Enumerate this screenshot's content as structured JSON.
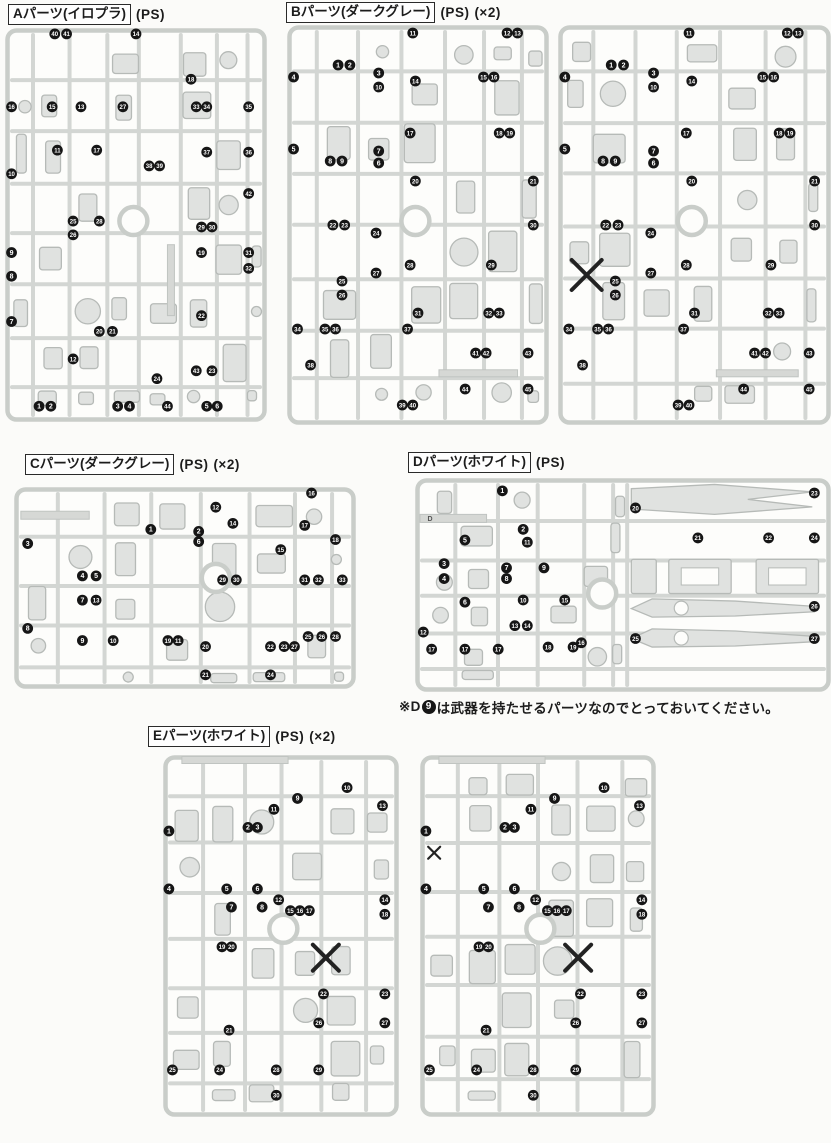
{
  "labels": {
    "A": {
      "box": "Aパーツ(イロプラ)",
      "material": "(PS)",
      "qty": ""
    },
    "B": {
      "box": "Bパーツ(ダークグレー)",
      "material": "(PS)",
      "qty": "(×2)"
    },
    "C": {
      "box": "Cパーツ(ダークグレー)",
      "material": "(PS)",
      "qty": "(×2)"
    },
    "D": {
      "box": "Dパーツ(ホワイト)",
      "material": "(PS)",
      "qty": ""
    },
    "E": {
      "box": "Eパーツ(ホワイト)",
      "material": "(PS)",
      "qty": "(×2)"
    }
  },
  "note": {
    "prefix": "※D",
    "badge": "9",
    "text": "は武器を持たせるパーツなのでとっておいてください。"
  },
  "colors": {
    "sprue": "#c9cdc9",
    "sprue_light": "#d3d6d3",
    "part_fill": "#e0e2e0",
    "part_stroke": "#b6bab7",
    "badge": "#161616",
    "mark": "#222222"
  },
  "runners": {
    "A": {
      "ring": [
        49,
        49
      ],
      "badges": [
        [
          40,
          19,
          1.5
        ],
        [
          41,
          23.5,
          1.5
        ],
        [
          14,
          50,
          1.5
        ],
        [
          18,
          71,
          13
        ],
        [
          16,
          2.5,
          20
        ],
        [
          15,
          18,
          20
        ],
        [
          13,
          29,
          20
        ],
        [
          27,
          45,
          20
        ],
        [
          33,
          73,
          20
        ],
        [
          34,
          77,
          20
        ],
        [
          35,
          93,
          20
        ],
        [
          11,
          20,
          31
        ],
        [
          17,
          35,
          31
        ],
        [
          36,
          93,
          31.5
        ],
        [
          37,
          77,
          31.5
        ],
        [
          10,
          2.5,
          37
        ],
        [
          38,
          55,
          35
        ],
        [
          39,
          59,
          35
        ],
        [
          42,
          93,
          42
        ],
        [
          25,
          26,
          49
        ],
        [
          26,
          26,
          52.5
        ],
        [
          28,
          36,
          49
        ],
        [
          29,
          75,
          50.5
        ],
        [
          30,
          79,
          50.5
        ],
        [
          9,
          2.5,
          57
        ],
        [
          19,
          75,
          57
        ],
        [
          31,
          93,
          57
        ],
        [
          32,
          93,
          61
        ],
        [
          8,
          2.5,
          63
        ],
        [
          7,
          2.5,
          74.5
        ],
        [
          20,
          36,
          77
        ],
        [
          21,
          41,
          77
        ],
        [
          22,
          75,
          73
        ],
        [
          12,
          26,
          84
        ],
        [
          23,
          79,
          87
        ],
        [
          43,
          73,
          87
        ],
        [
          24,
          58,
          89
        ],
        [
          1,
          13,
          96
        ],
        [
          2,
          17.5,
          96
        ],
        [
          3,
          43,
          96
        ],
        [
          4,
          47.5,
          96
        ],
        [
          5,
          77,
          96
        ],
        [
          6,
          81,
          96
        ],
        [
          44,
          62,
          96
        ]
      ],
      "copies": [
        {
          "x_marks": []
        }
      ]
    },
    "B": {
      "ring": [
        49,
        49
      ],
      "badges": [
        [
          11,
          48,
          2
        ],
        [
          12,
          84,
          2
        ],
        [
          13,
          88,
          2
        ],
        [
          1,
          19.5,
          10
        ],
        [
          2,
          24,
          10
        ],
        [
          4,
          2.5,
          13
        ],
        [
          3,
          35,
          12
        ],
        [
          10,
          35,
          15.5
        ],
        [
          14,
          49,
          14
        ],
        [
          15,
          75,
          13
        ],
        [
          16,
          79,
          13
        ],
        [
          5,
          2.5,
          31
        ],
        [
          7,
          35,
          31.5
        ],
        [
          17,
          47,
          27
        ],
        [
          18,
          81,
          27
        ],
        [
          19,
          85,
          27
        ],
        [
          8,
          16.5,
          34
        ],
        [
          9,
          21,
          34
        ],
        [
          6,
          35,
          34.5
        ],
        [
          20,
          49,
          39
        ],
        [
          21,
          94,
          39
        ],
        [
          22,
          17.5,
          50
        ],
        [
          23,
          22,
          50
        ],
        [
          24,
          34,
          52
        ],
        [
          30,
          94,
          50
        ],
        [
          25,
          21,
          64
        ],
        [
          26,
          21,
          67.5
        ],
        [
          27,
          34,
          62
        ],
        [
          28,
          47,
          60
        ],
        [
          29,
          78,
          60
        ],
        [
          31,
          50,
          72
        ],
        [
          32,
          77,
          72
        ],
        [
          33,
          81,
          72
        ],
        [
          34,
          4,
          76
        ],
        [
          35,
          14.5,
          76
        ],
        [
          36,
          18.5,
          76
        ],
        [
          37,
          46,
          76
        ],
        [
          38,
          9,
          85
        ],
        [
          41,
          72,
          82
        ],
        [
          42,
          76,
          82
        ],
        [
          43,
          92,
          82
        ],
        [
          39,
          44,
          95
        ],
        [
          40,
          48,
          95
        ],
        [
          44,
          68,
          91
        ],
        [
          45,
          92,
          91
        ]
      ],
      "copies": [
        {
          "x_marks": []
        },
        {
          "x_marks": [
            [
              10.5,
              62.5,
              30
            ]
          ]
        }
      ]
    },
    "C": {
      "ring": [
        59,
        45
      ],
      "badges": [
        [
          16,
          87,
          3
        ],
        [
          12,
          59,
          10
        ],
        [
          14,
          64,
          18
        ],
        [
          17,
          85,
          19
        ],
        [
          1,
          40,
          21
        ],
        [
          2,
          54,
          22
        ],
        [
          18,
          94,
          26
        ],
        [
          3,
          4,
          28
        ],
        [
          6,
          54,
          27
        ],
        [
          15,
          78,
          31
        ],
        [
          4,
          20,
          44
        ],
        [
          5,
          24,
          44
        ],
        [
          29,
          61,
          46
        ],
        [
          30,
          65,
          46
        ],
        [
          31,
          85,
          46
        ],
        [
          32,
          89,
          46
        ],
        [
          33,
          96,
          46
        ],
        [
          7,
          20,
          56
        ],
        [
          13,
          24,
          56
        ],
        [
          8,
          4,
          70
        ],
        [
          25,
          86,
          74
        ],
        [
          26,
          90,
          74
        ],
        [
          28,
          94,
          74
        ],
        [
          9,
          20,
          76
        ],
        [
          10,
          29,
          76
        ],
        [
          19,
          45,
          76
        ],
        [
          11,
          48,
          76
        ],
        [
          20,
          56,
          79
        ],
        [
          22,
          75,
          79
        ],
        [
          23,
          79,
          79
        ],
        [
          27,
          82,
          79
        ],
        [
          21,
          56,
          93
        ],
        [
          24,
          75,
          93
        ]
      ],
      "copies": [
        {
          "x_marks": []
        }
      ]
    },
    "D": {
      "plate": "D",
      "ring": [
        45,
        54
      ],
      "badges": [
        [
          1,
          21,
          6
        ],
        [
          23,
          96,
          7
        ],
        [
          20,
          53,
          14
        ],
        [
          2,
          26,
          24
        ],
        [
          21,
          68,
          28
        ],
        [
          22,
          85,
          28
        ],
        [
          24,
          96,
          28
        ],
        [
          5,
          12,
          29
        ],
        [
          11,
          27,
          30
        ],
        [
          3,
          7,
          40
        ],
        [
          7,
          22,
          42
        ],
        [
          9,
          31,
          42
        ],
        [
          4,
          7,
          47
        ],
        [
          8,
          22,
          47
        ],
        [
          6,
          12,
          58
        ],
        [
          10,
          26,
          57
        ],
        [
          15,
          36,
          57
        ],
        [
          26,
          96,
          60
        ],
        [
          13,
          24,
          69
        ],
        [
          14,
          27,
          69
        ],
        [
          12,
          2,
          72
        ],
        [
          25,
          53,
          75
        ],
        [
          27,
          96,
          75
        ],
        [
          17,
          4,
          80
        ],
        [
          17,
          12,
          80
        ],
        [
          17,
          20,
          80
        ],
        [
          18,
          32,
          79
        ],
        [
          19,
          38,
          79
        ],
        [
          16,
          40,
          77
        ]
      ],
      "copies": [
        {
          "x_marks": []
        }
      ]
    },
    "E": {
      "ring": [
        51,
        48
      ],
      "badges": [
        [
          9,
          57,
          12
        ],
        [
          10,
          78,
          9
        ],
        [
          11,
          47,
          15
        ],
        [
          13,
          93,
          14
        ],
        [
          1,
          2.5,
          21
        ],
        [
          2,
          36,
          20
        ],
        [
          3,
          40,
          20
        ],
        [
          4,
          2.5,
          37
        ],
        [
          5,
          27,
          37
        ],
        [
          6,
          40,
          37
        ],
        [
          12,
          49,
          40
        ],
        [
          14,
          94,
          40
        ],
        [
          7,
          29,
          42
        ],
        [
          8,
          42,
          42
        ],
        [
          15,
          54,
          43
        ],
        [
          16,
          58,
          43
        ],
        [
          17,
          62,
          43
        ],
        [
          18,
          94,
          44
        ],
        [
          19,
          25,
          53
        ],
        [
          20,
          29,
          53
        ],
        [
          22,
          68,
          66
        ],
        [
          23,
          94,
          66
        ],
        [
          21,
          28,
          76
        ],
        [
          26,
          66,
          74
        ],
        [
          27,
          94,
          74
        ],
        [
          25,
          4,
          87
        ],
        [
          24,
          24,
          87
        ],
        [
          28,
          48,
          87
        ],
        [
          29,
          66,
          87
        ],
        [
          30,
          48,
          94
        ]
      ],
      "copies": [
        {
          "x_marks": [
            [
              69,
              56,
              26
            ]
          ]
        },
        {
          "x_marks": [
            [
              6,
              27,
              12
            ],
            [
              67,
              56,
              26
            ]
          ]
        }
      ]
    }
  }
}
